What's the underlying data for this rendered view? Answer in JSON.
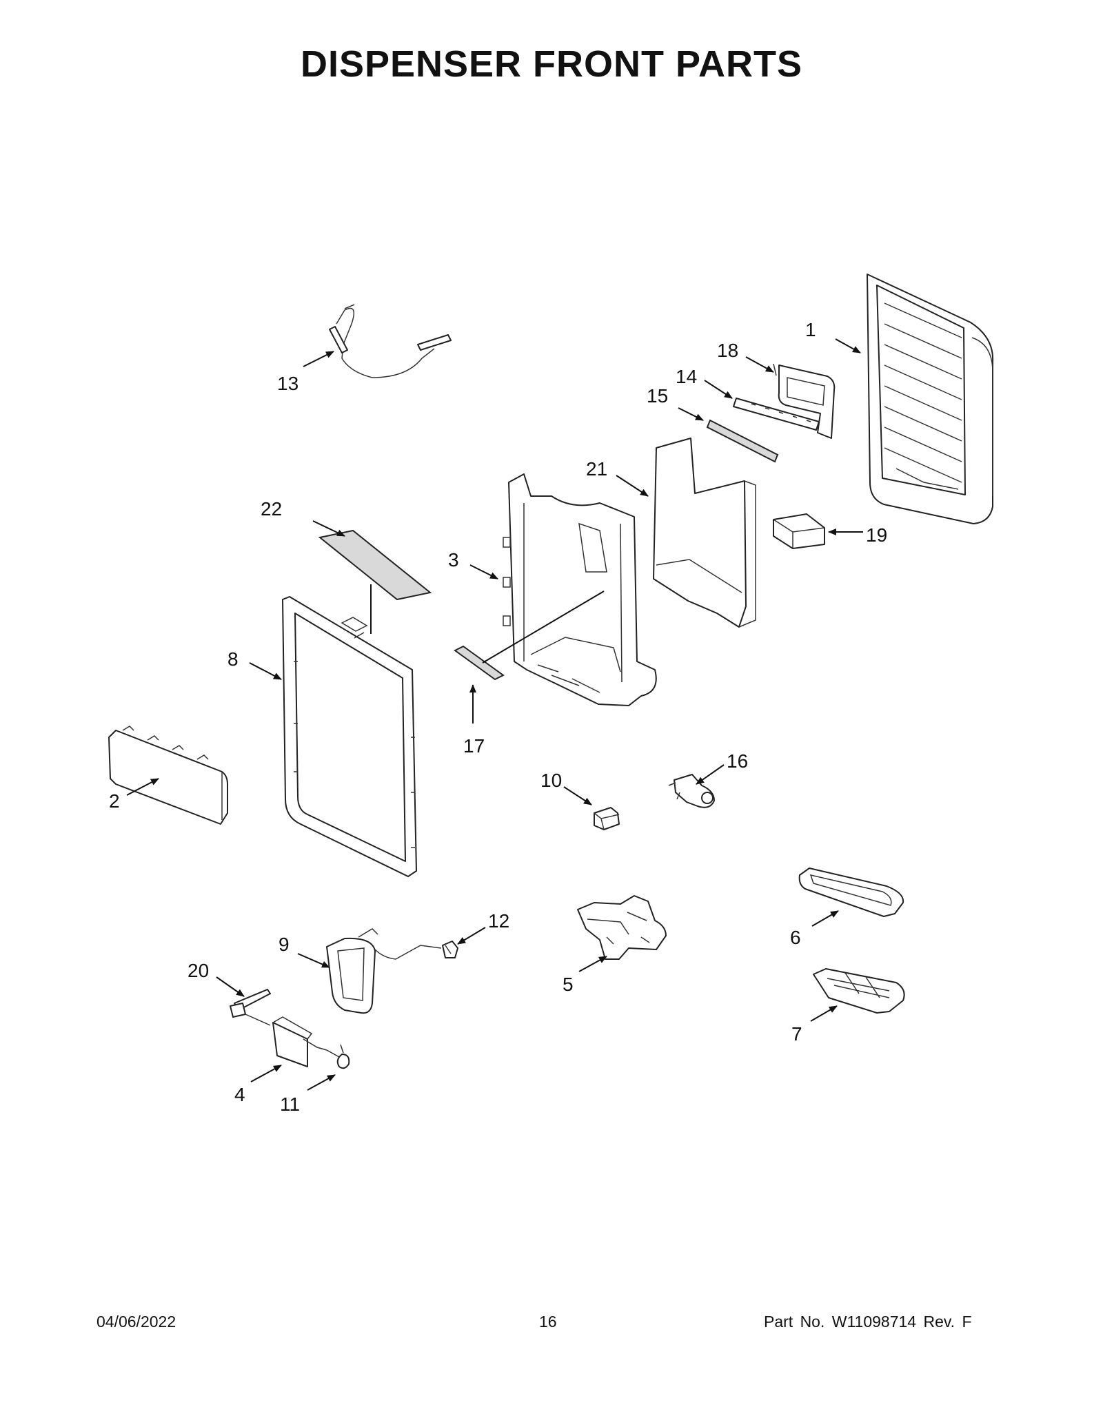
{
  "title": "DISPENSER FRONT PARTS",
  "footer": {
    "date": "04/06/2022",
    "page": "16",
    "part_no": "Part No.  W11098714  Rev.  F"
  },
  "callouts": [
    "1",
    "2",
    "3",
    "4",
    "5",
    "6",
    "7",
    "8",
    "9",
    "10",
    "11",
    "12",
    "13",
    "14",
    "15",
    "16",
    "17",
    "18",
    "19",
    "20",
    "21",
    "22"
  ]
}
